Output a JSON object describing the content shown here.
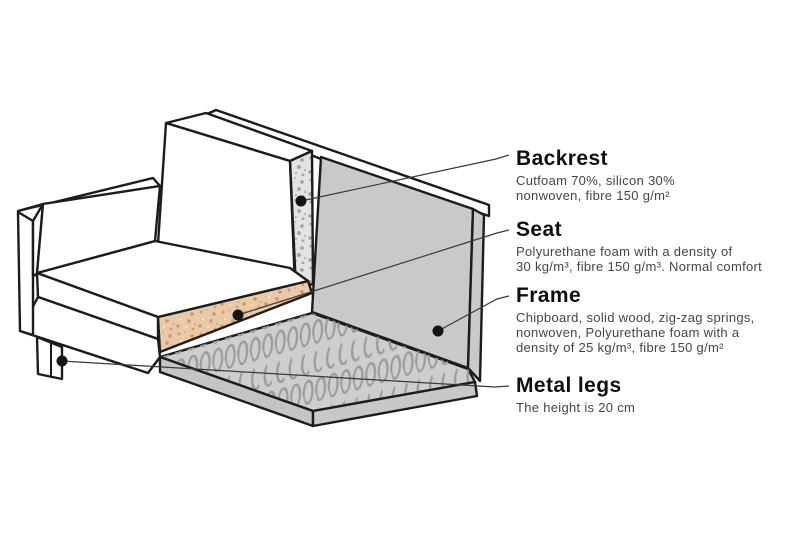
{
  "callouts": [
    {
      "title": "Backrest",
      "lines": [
        "Cutfoam 70%, silicon 30%",
        "nonwoven, fibre 150 g/m²"
      ]
    },
    {
      "title": "Seat",
      "lines": [
        "Polyurethane foam with a density of",
        "30 kg/m³, fibre 150 g/m³. Normal comfort"
      ]
    },
    {
      "title": "Frame",
      "lines": [
        "Chipboard, solid wood, zig-zag springs,",
        "nonwoven, Polyurethane foam with a",
        "density of 25 kg/m³, fibre 150 g/m²"
      ]
    },
    {
      "title": "Metal legs",
      "lines": [
        "The height is 20 cm"
      ]
    }
  ],
  "colors": {
    "outline": "#1c1c1c",
    "frame_gray": "#c9c9ca",
    "platform_gray": "#cecece",
    "platform_side_gray": "#c4c4c5",
    "spring_gray": "#9c9c9c",
    "backrest_foam_base": "#e3e3e6",
    "seat_foam_base": "#eac9a8",
    "cushion_white": "#ffffff",
    "callout_line": "#3a3a3a",
    "dot": "#141414"
  }
}
